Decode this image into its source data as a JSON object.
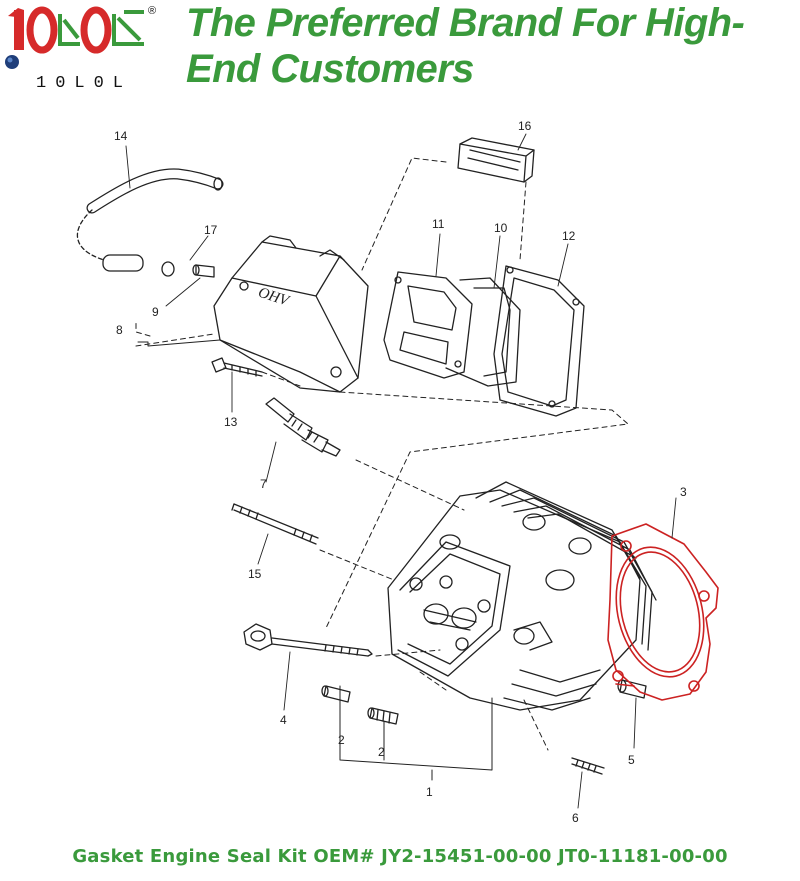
{
  "brand": {
    "logo_text": "10L0L",
    "registered_mark": "®",
    "headline": "The Preferred Brand For High-End Customers",
    "colors": {
      "green": "#3a9a3c",
      "red": "#d62a2a",
      "dark": "#111111"
    }
  },
  "diagram": {
    "callouts": {
      "c1": "1",
      "c2a": "2",
      "c2b": "2",
      "c3": "3",
      "c4": "4",
      "c5": "5",
      "c6": "6",
      "c7": "7",
      "c8": "8",
      "c9": "9",
      "c10": "10",
      "c11": "11",
      "c12": "12",
      "c13": "13",
      "c14": "14",
      "c15": "15",
      "c16": "16",
      "c17": "17"
    },
    "cover_marking": "OHV",
    "highlight_color": "#cc2222"
  },
  "caption": "Gasket Engine Seal Kit OEM# JY2-15451-00-00  JT0-11181-00-00"
}
